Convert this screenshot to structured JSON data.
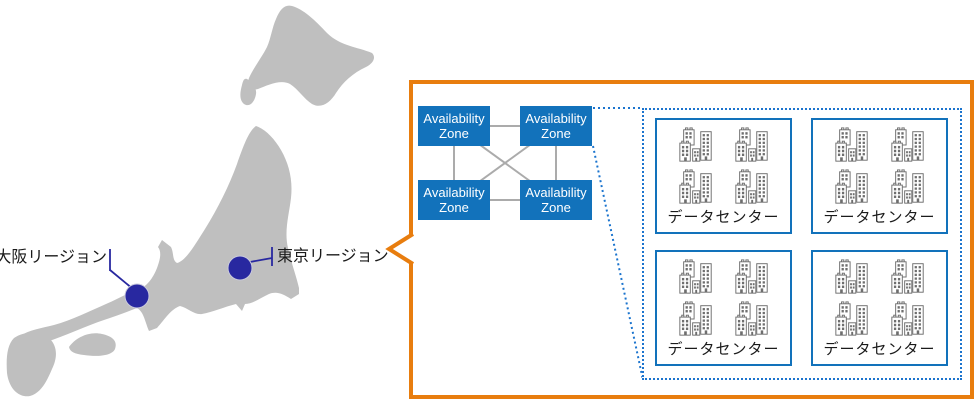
{
  "map": {
    "name": "japan",
    "regions": [
      {
        "id": "osaka",
        "label": "大阪リージョン"
      },
      {
        "id": "tokyo",
        "label": "東京リージョン"
      }
    ]
  },
  "callout": {
    "availability_zones": [
      {
        "label": "Availability Zone"
      },
      {
        "label": "Availability Zone"
      },
      {
        "label": "Availability Zone"
      },
      {
        "label": "Availability Zone"
      }
    ],
    "zone_mesh_connections": [
      [
        0,
        1
      ],
      [
        0,
        2
      ],
      [
        0,
        3
      ],
      [
        1,
        2
      ],
      [
        1,
        3
      ],
      [
        2,
        3
      ]
    ],
    "datacenters": [
      {
        "label": "データセンター",
        "building_clusters": 4
      },
      {
        "label": "データセンター",
        "building_clusters": 4
      },
      {
        "label": "データセンター",
        "building_clusters": 4
      },
      {
        "label": "データセンター",
        "building_clusters": 4
      }
    ]
  },
  "colors": {
    "callout_border": "#E87D0E",
    "availability_zone_fill": "#1272BB",
    "datacenter_border": "#1272BB",
    "detail_panel_border": "#1B74CE",
    "mesh_line": "#ABABAB",
    "map_fill": "#BFBFBF",
    "region_marker": "#2828A0",
    "text": "#1A1A1A"
  },
  "icons": {
    "building": "building-cluster-icon",
    "marker": "region-marker-dot"
  }
}
